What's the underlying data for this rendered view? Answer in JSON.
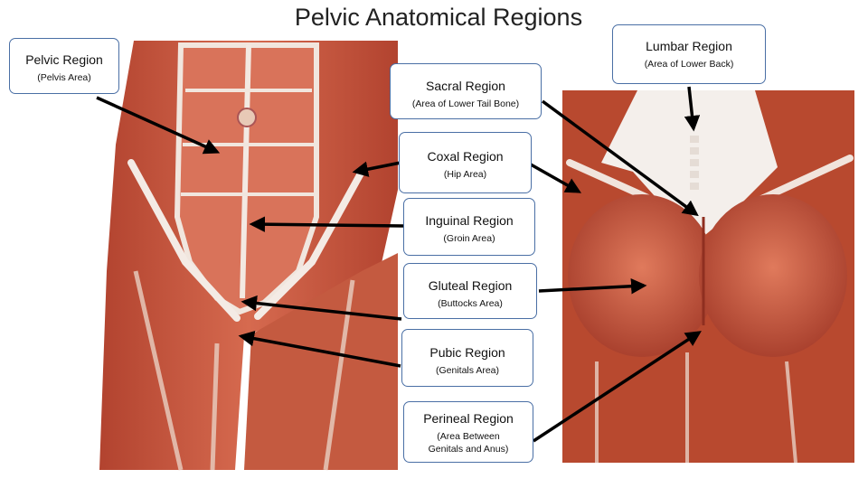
{
  "title": "Pelvic Anatomical Regions",
  "labels": {
    "pelvic": {
      "name": "Pelvic Region",
      "sub": "(Pelvis Area)"
    },
    "lumbar": {
      "name": "Lumbar Region",
      "sub": "(Area of Lower Back)"
    },
    "sacral": {
      "name": "Sacral Region",
      "sub": "(Area of Lower Tail Bone)"
    },
    "coxal": {
      "name": "Coxal Region",
      "sub": "(Hip Area)"
    },
    "inguinal": {
      "name": "Inguinal Region",
      "sub": "(Groin Area)"
    },
    "gluteal": {
      "name": "Gluteal Region",
      "sub": "(Buttocks Area)"
    },
    "pubic": {
      "name": "Pubic Region",
      "sub": "(Genitals Area)"
    },
    "perineal": {
      "name": "Perineal Region",
      "sub": "(Area Between Genitals and Anus)"
    }
  },
  "colors": {
    "box_border": "#4a6fa5",
    "muscle": "#c9573f",
    "tendon": "#f1e6de",
    "arrow": "#000000"
  }
}
